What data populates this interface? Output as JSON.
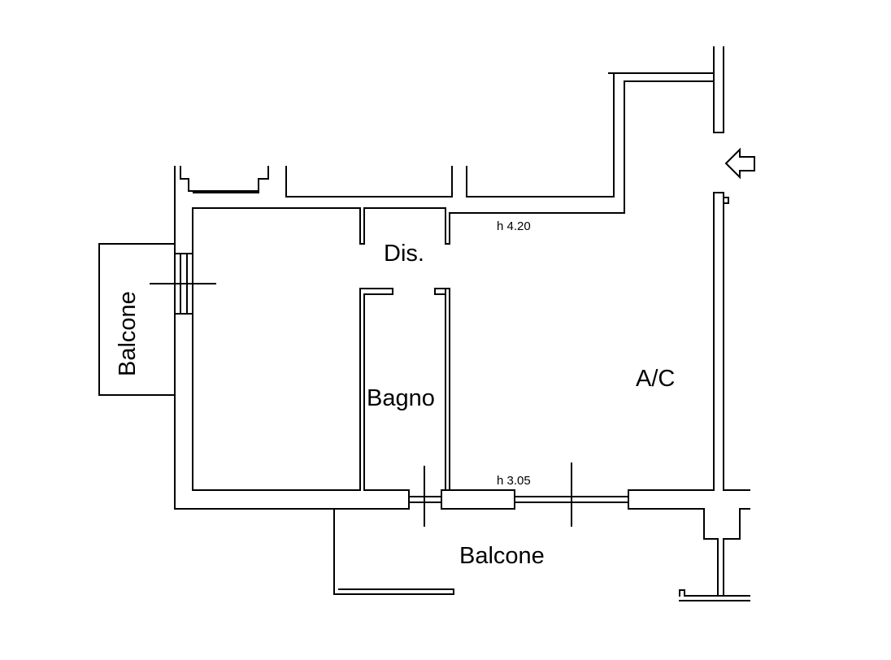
{
  "labels": {
    "dis": "Dis.",
    "bagno": "Bagno",
    "ac": "A/C",
    "balcone_left": "Balcone",
    "balcone_bottom": "Balcone",
    "height_top": "h 4.20",
    "height_bottom": "h 3.05"
  },
  "colors": {
    "line": "#000000",
    "background": "#ffffff"
  },
  "icons": {
    "entrance": "arrow-left-icon"
  }
}
